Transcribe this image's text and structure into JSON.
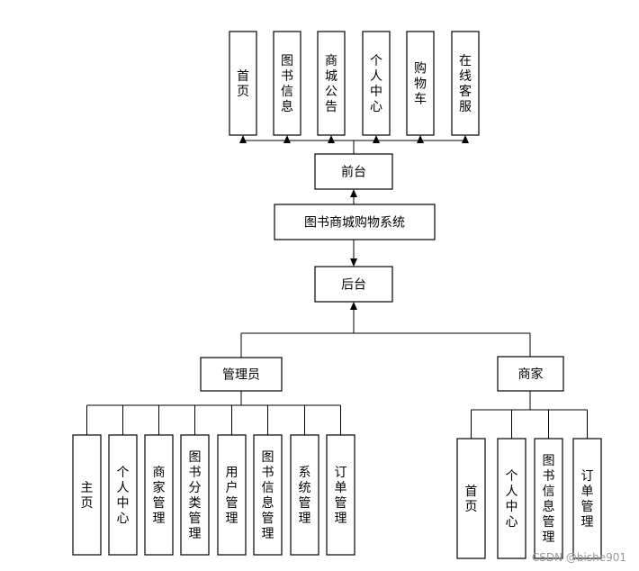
{
  "diagram": {
    "root": "图书商城购物系统",
    "frontend": {
      "label": "前台",
      "modules": [
        "首页",
        "图书信息",
        "商城公告",
        "个人中心",
        "购物车",
        "在线客服"
      ]
    },
    "backend": {
      "label": "后台",
      "roles": [
        {
          "label": "管理员",
          "modules": [
            "主页",
            "个人中心",
            "商家管理",
            "图书分类管理",
            "用户管理",
            "图书信息管理",
            "系统管理",
            "订单管理"
          ]
        },
        {
          "label": "商家",
          "modules": [
            "首页",
            "个人中心",
            "图书信息管理",
            "订单管理"
          ]
        }
      ]
    }
  },
  "watermark": "CSDN @bishe901"
}
